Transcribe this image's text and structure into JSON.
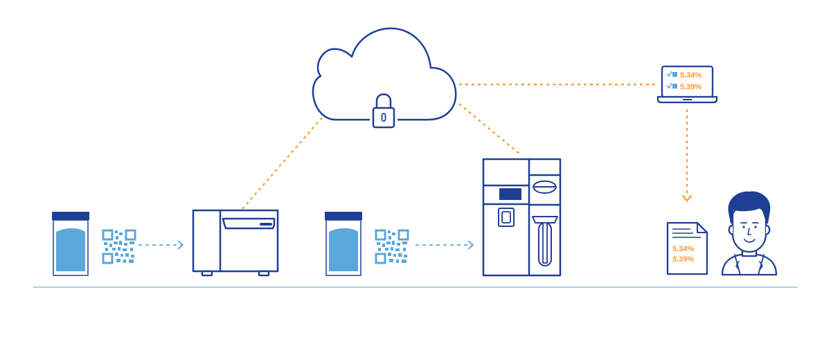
{
  "colors": {
    "navy": "#1f3f95",
    "light_blue": "#5aa7dc",
    "orange": "#f39a3a",
    "baseline": "#8fc1e6"
  },
  "laptop": {
    "values": [
      "5.34%",
      "5.39%"
    ]
  },
  "report": {
    "values": [
      "5.34%",
      "5.39%"
    ]
  },
  "icons": [
    "cloud-lock-icon",
    "sample-container-icon",
    "qr-code-icon",
    "drying-oven-icon",
    "analyzer-instrument-icon",
    "laptop-icon",
    "document-icon",
    "user-avatar-icon"
  ]
}
